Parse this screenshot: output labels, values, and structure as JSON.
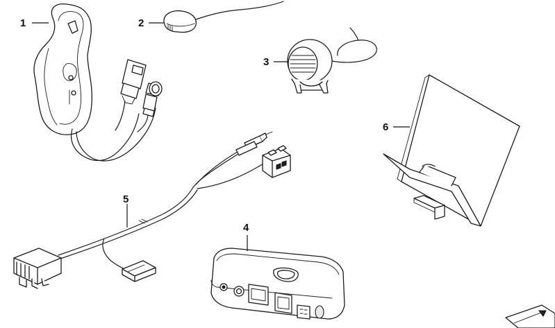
{
  "parts": [
    {
      "id": "1",
      "number": "1"
    },
    {
      "id": "2",
      "number": "2"
    },
    {
      "id": "3",
      "number": "3"
    },
    {
      "id": "4",
      "number": "4"
    },
    {
      "id": "5",
      "number": "5"
    },
    {
      "id": "6",
      "number": "6"
    }
  ]
}
